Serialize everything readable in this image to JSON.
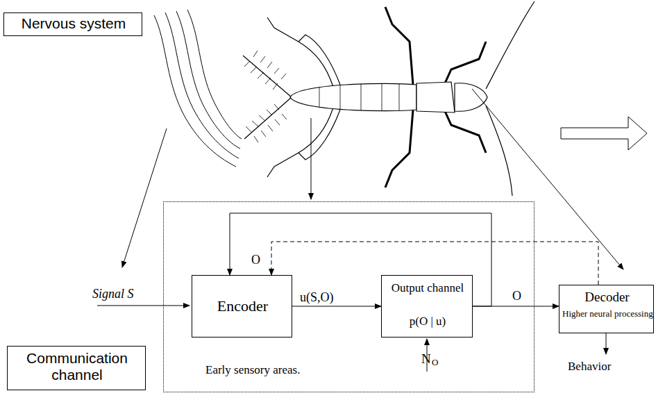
{
  "diagram": {
    "nodes": [
      {
        "text": [
          "Nervous system"
        ]
      },
      {
        "text": [
          "Early sensory areas."
        ]
      },
      {
        "text": [
          "Encoder"
        ],
        "in": 1
      },
      {
        "text": [
          "Output channel",
          "p(O | u)"
        ],
        "in": 1
      },
      {
        "text": [
          "Decoder",
          "Higher neural processing"
        ]
      },
      {
        "text": [
          "Communication channel"
        ]
      }
    ],
    "edges": [
      {
        "from": 2,
        "to": 3,
        "label": "u(S,O)",
        "arrow": "to"
      },
      {
        "from": 3,
        "to": 4,
        "label": "O",
        "arrow": "to"
      },
      {
        "from": 3,
        "to": 2,
        "arrow": "to"
      },
      {
        "from": 4,
        "to": 2,
        "label": "O",
        "arrow": "to"
      }
    ],
    "labels": [
      "Signal S",
      "N",
      "O",
      "Behavior"
    ]
  }
}
